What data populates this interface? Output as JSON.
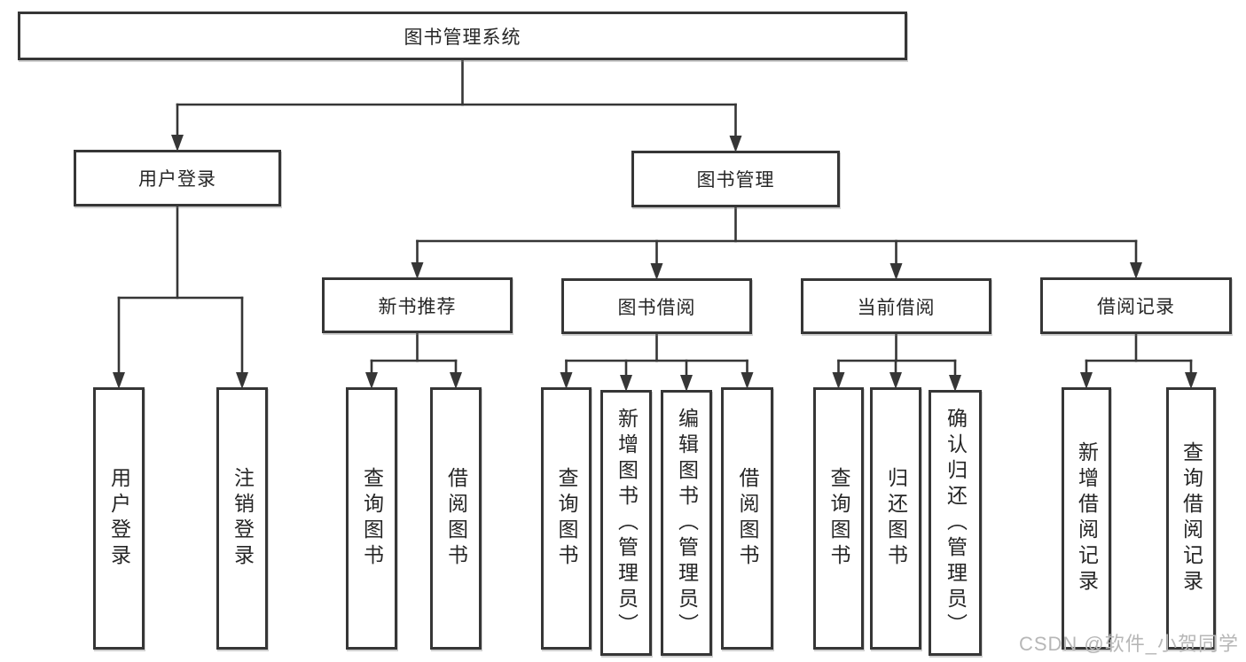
{
  "diagram": {
    "title": "图书管理系统",
    "nodes": [
      {
        "id": "library-system",
        "parent": null,
        "label": "图书管理系统"
      },
      {
        "id": "user-login",
        "parent": "library-system",
        "label": "用户登录"
      },
      {
        "id": "book-management",
        "parent": "library-system",
        "label": "图书管理"
      },
      {
        "id": "login-action",
        "parent": "user-login",
        "label": "用户登录"
      },
      {
        "id": "logout-action",
        "parent": "user-login",
        "label": "注销登录"
      },
      {
        "id": "new-books",
        "parent": "book-management",
        "label": "新书推荐"
      },
      {
        "id": "book-borrowing",
        "parent": "book-management",
        "label": "图书借阅"
      },
      {
        "id": "current-borrowing",
        "parent": "book-management",
        "label": "当前借阅"
      },
      {
        "id": "borrowing-records",
        "parent": "book-management",
        "label": "借阅记录"
      },
      {
        "id": "nb-query-books",
        "parent": "new-books",
        "label": "查询图书"
      },
      {
        "id": "nb-borrow-books",
        "parent": "new-books",
        "label": "借阅图书"
      },
      {
        "id": "bb-query-books",
        "parent": "book-borrowing",
        "label": "查询图书"
      },
      {
        "id": "bb-add-books-admin",
        "parent": "book-borrowing",
        "label": "新增图书（管理员）"
      },
      {
        "id": "bb-edit-books-admin",
        "parent": "book-borrowing",
        "label": "编辑图书（管理员）"
      },
      {
        "id": "bb-borrow-books",
        "parent": "book-borrowing",
        "label": "借阅图书"
      },
      {
        "id": "cb-query-books",
        "parent": "current-borrowing",
        "label": "查询图书"
      },
      {
        "id": "cb-return-books",
        "parent": "current-borrowing",
        "label": "归还图书"
      },
      {
        "id": "cb-confirm-return-admin",
        "parent": "current-borrowing",
        "label": "确认归还（管理员）"
      },
      {
        "id": "br-add-record",
        "parent": "borrowing-records",
        "label": "新增借阅记录"
      },
      {
        "id": "br-query-record",
        "parent": "borrowing-records",
        "label": "查询借阅记录"
      }
    ]
  },
  "watermark": "CSDN @软件_小贺同学",
  "colors": {
    "line": "#363636",
    "box_border": "#363636",
    "text": "#262626",
    "watermark": "#b7b7b7",
    "background": "#ffffff"
  }
}
